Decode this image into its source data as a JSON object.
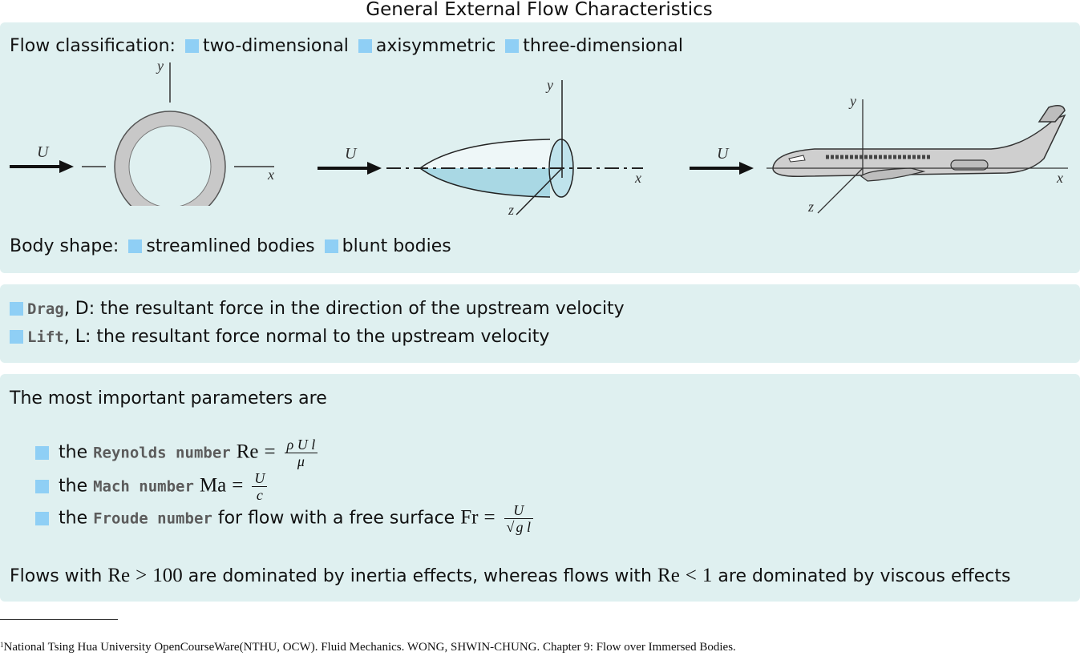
{
  "title": "General External Flow Characteristics",
  "classification": {
    "label": "Flow classification:",
    "items": [
      "two-dimensional",
      "axisymmetric",
      "three-dimensional"
    ]
  },
  "figure": {
    "labels": {
      "u": "U",
      "x": "x",
      "y": "y",
      "z": "z"
    }
  },
  "body_shape": {
    "label": "Body shape:",
    "items": [
      "streamlined bodies",
      "blunt bodies"
    ]
  },
  "forces": [
    {
      "term": "Drag",
      "rest": ", D: the resultant force in the direction of the upstream velocity"
    },
    {
      "term": "Lift",
      "rest": ", L: the resultant force normal to the upstream velocity"
    }
  ],
  "params": {
    "intro": "The most important parameters are",
    "items": [
      {
        "prefix": "the",
        "term": "Reynolds number",
        "mid": "",
        "symbol": "Re",
        "eq": "=",
        "num": "ρ U l",
        "den": "μ"
      },
      {
        "prefix": "the",
        "term": "Mach number",
        "mid": "",
        "symbol": "Ma",
        "eq": "=",
        "num": "U",
        "den": "c"
      },
      {
        "prefix": "the",
        "term": "Froude number",
        "mid": "for flow with a free surface",
        "symbol": "Fr",
        "eq": "=",
        "num": "U",
        "den": "g l"
      }
    ],
    "conclusion": {
      "a": "Flows with",
      "re1": "Re",
      "op1": ">",
      "v1": "100",
      "b": "are dominated by inertia effects, whereas flows with",
      "re2": "Re",
      "op2": "<",
      "v2": "1",
      "c": "are dominated by viscous effects"
    }
  },
  "footnote": {
    "marker": "1",
    "text": "National Tsing Hua University OpenCourseWare(NTHU, OCW). Fluid Mechanics. WONG, SHWIN-CHUNG. Chapter 9: Flow over Immersed Bodies."
  },
  "colors": {
    "panel": "#dff0f0",
    "bullet": "#8fcff5",
    "monospace_term": "#5c5c5c"
  }
}
